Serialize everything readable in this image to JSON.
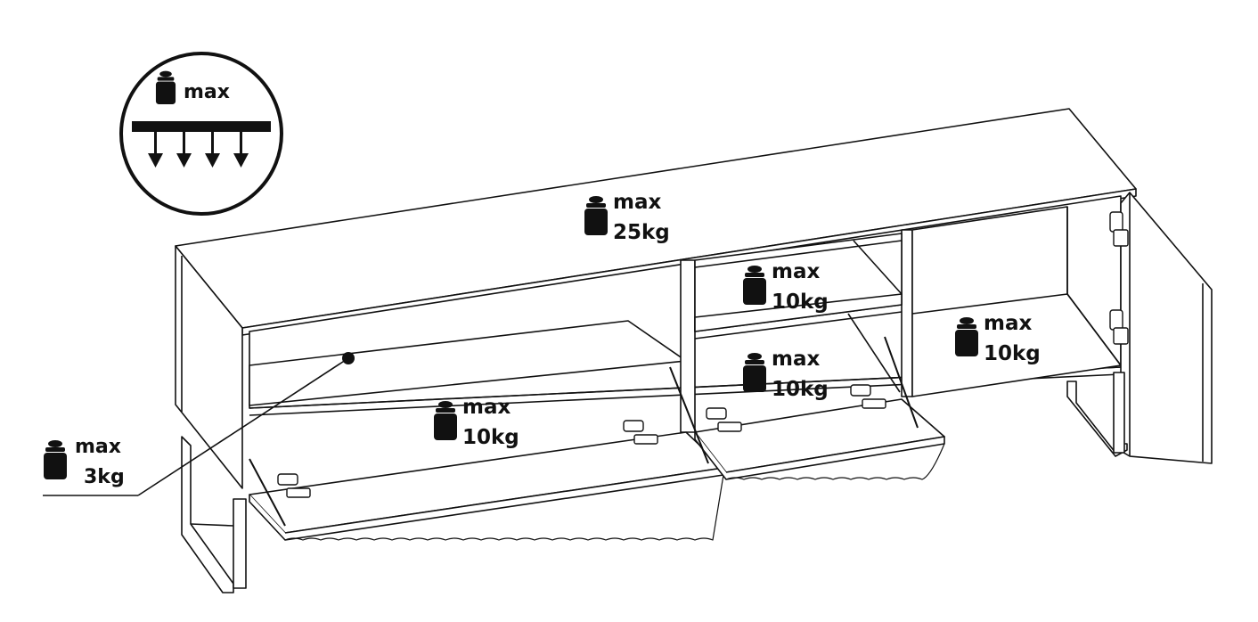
{
  "legend": {
    "max_label": "max"
  },
  "labels": {
    "top": {
      "line1": "max",
      "line2": "25kg"
    },
    "small_shelf": {
      "line1": "max",
      "line2": "10kg"
    },
    "middle_compartment": {
      "line1": "max",
      "line2": "10kg"
    },
    "right_compartment": {
      "line1": "max",
      "line2": "10kg"
    },
    "left_flap": {
      "line1": "max",
      "line2": "10kg"
    },
    "left_shelf_callout": {
      "line1": "max",
      "line2": "3kg"
    }
  },
  "colors": {
    "line": "#111111",
    "fill": "#ffffff",
    "weight": "#111111"
  }
}
